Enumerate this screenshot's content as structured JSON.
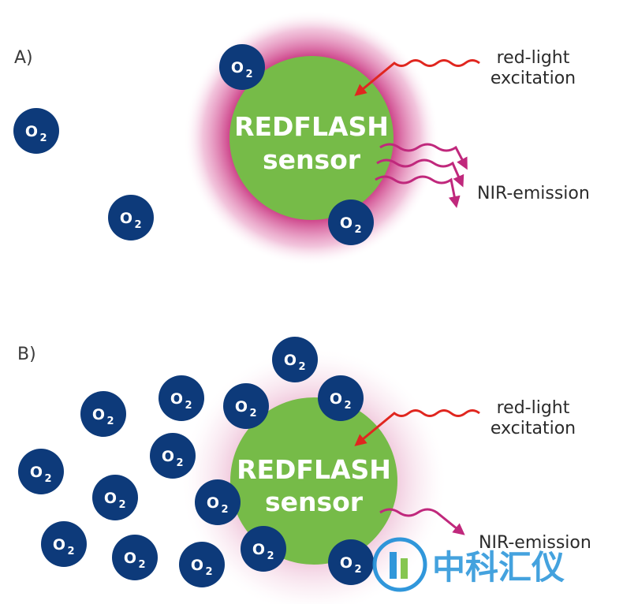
{
  "colors": {
    "o2_fill": "#0d3a7a",
    "sensor_green": "#76bb48",
    "halo": "#c0136b",
    "excitation_arrow": "#e0261f",
    "emission_arrow": "#c0287c",
    "watermark": "#1f8fd8"
  },
  "molecule": {
    "symbol": "O",
    "subscript": "2"
  },
  "panel_a": {
    "label": "A)",
    "sensor_line1": "REDFLASH",
    "sensor_line2": "sensor",
    "excitation_line1": "red-light",
    "excitation_line2": "excitation",
    "emission": "NIR-emission"
  },
  "panel_b": {
    "label": "B)",
    "sensor_line1": "REDFLASH",
    "sensor_line2": "sensor",
    "excitation_line1": "red-light",
    "excitation_line2": "excitation",
    "emission": "NIR-emission"
  },
  "watermark": {
    "text": "中科汇仪"
  }
}
